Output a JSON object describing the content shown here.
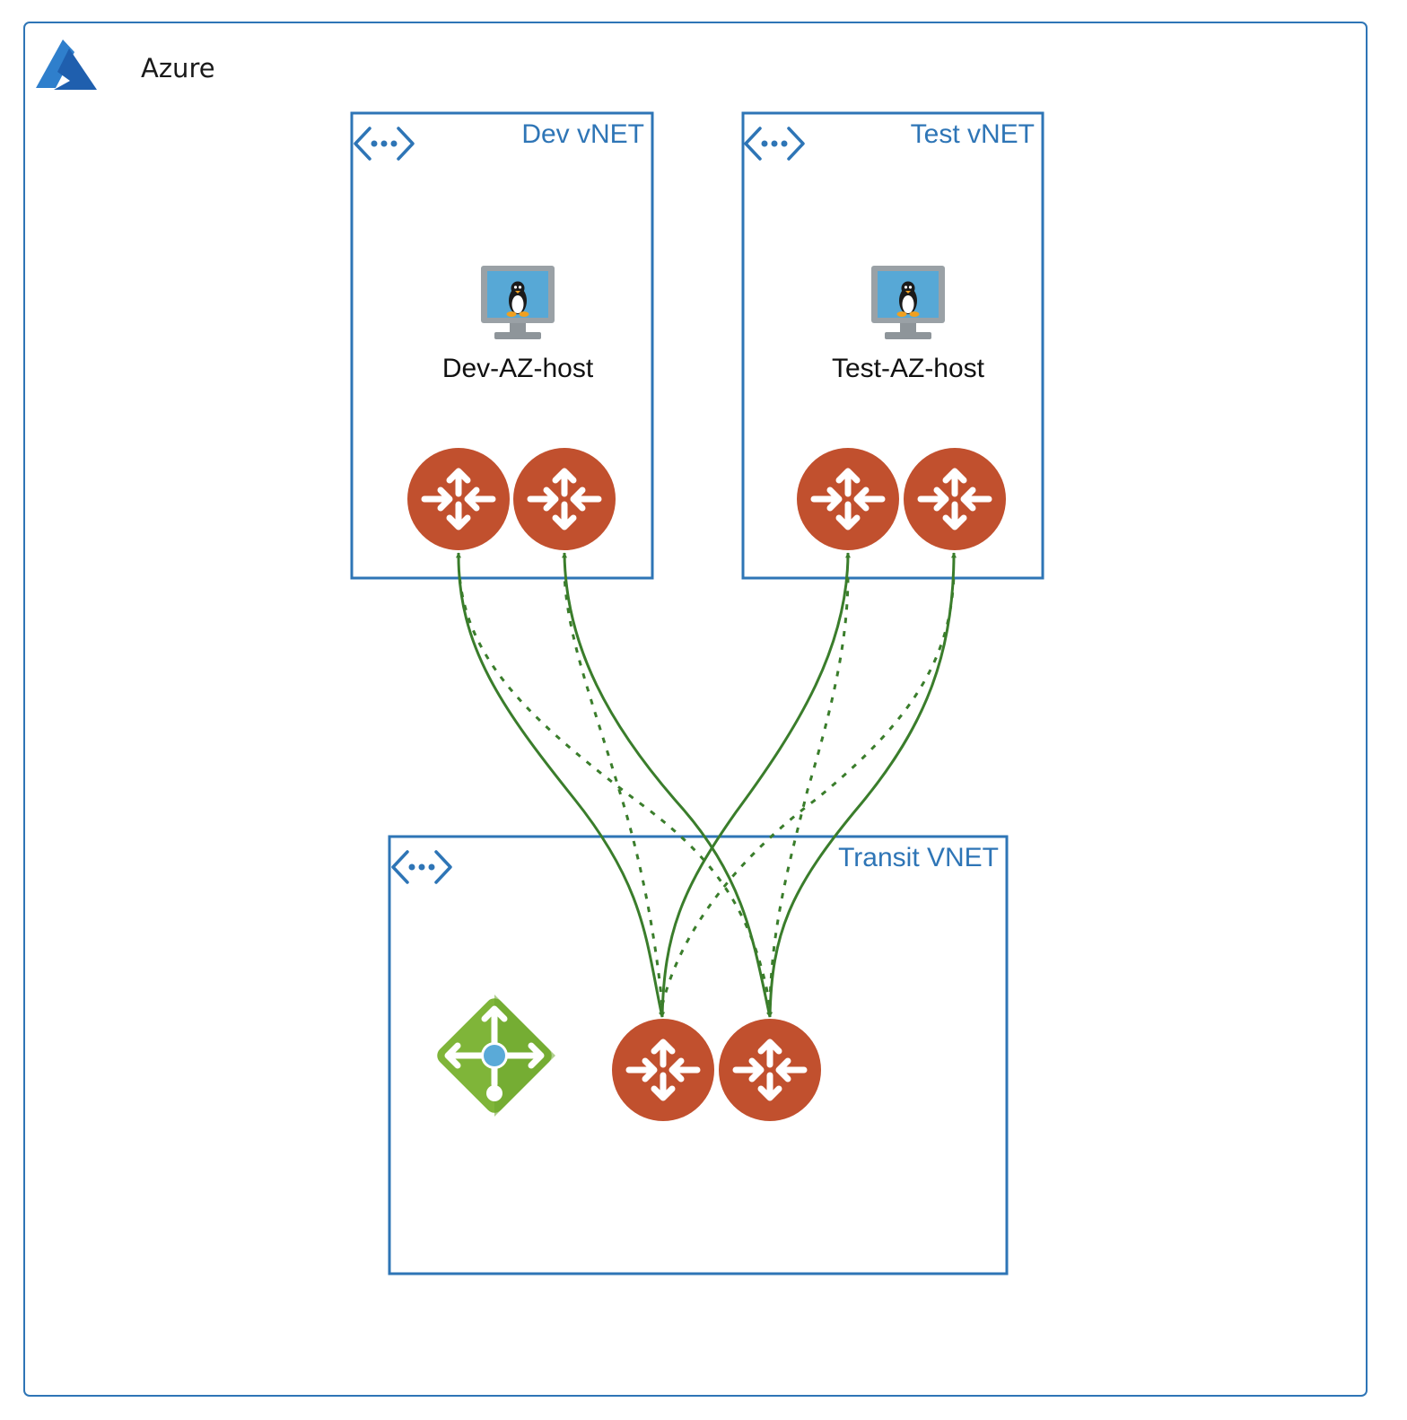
{
  "cloud": {
    "label": "Azure",
    "logo_icon": "azure-logo"
  },
  "vnets": [
    {
      "id": "dev",
      "label": "Dev vNET",
      "icon": "vnet-icon"
    },
    {
      "id": "test",
      "label": "Test vNET",
      "icon": "vnet-icon"
    },
    {
      "id": "transit",
      "label": "Transit VNET",
      "icon": "vnet-icon"
    }
  ],
  "hosts": [
    {
      "id": "dev-host",
      "label": "Dev-AZ-host",
      "icon": "linux-vm-icon",
      "vnet": "dev"
    },
    {
      "id": "test-host",
      "label": "Test-AZ-host",
      "icon": "linux-vm-icon",
      "vnet": "test"
    }
  ],
  "routers": [
    {
      "id": "dev-r1",
      "vnet": "dev",
      "icon": "router-icon"
    },
    {
      "id": "dev-r2",
      "vnet": "dev",
      "icon": "router-icon"
    },
    {
      "id": "test-r1",
      "vnet": "test",
      "icon": "router-icon"
    },
    {
      "id": "test-r2",
      "vnet": "test",
      "icon": "router-icon"
    },
    {
      "id": "transit-r1",
      "vnet": "transit",
      "icon": "router-icon"
    },
    {
      "id": "transit-r2",
      "vnet": "transit",
      "icon": "router-icon"
    }
  ],
  "gateway": {
    "id": "transit-gateway",
    "icon": "virtual-network-gateway-icon",
    "vnet": "transit"
  },
  "connections": [
    {
      "from": "transit-r1",
      "to": "dev-r1",
      "style": "solid"
    },
    {
      "from": "transit-r2",
      "to": "dev-r2",
      "style": "solid"
    },
    {
      "from": "transit-r1",
      "to": "test-r1",
      "style": "solid"
    },
    {
      "from": "transit-r2",
      "to": "test-r2",
      "style": "solid"
    },
    {
      "from": "transit-r1",
      "to": "dev-r2",
      "style": "dashed"
    },
    {
      "from": "transit-r2",
      "to": "dev-r1",
      "style": "dashed"
    },
    {
      "from": "transit-r1",
      "to": "test-r2",
      "style": "dashed"
    },
    {
      "from": "transit-r2",
      "to": "test-r1",
      "style": "dashed"
    }
  ],
  "colors": {
    "frame": "#2e75b6",
    "router": "#c1502e",
    "connection": "#3a7d2b",
    "gateway": "#7fb539"
  }
}
